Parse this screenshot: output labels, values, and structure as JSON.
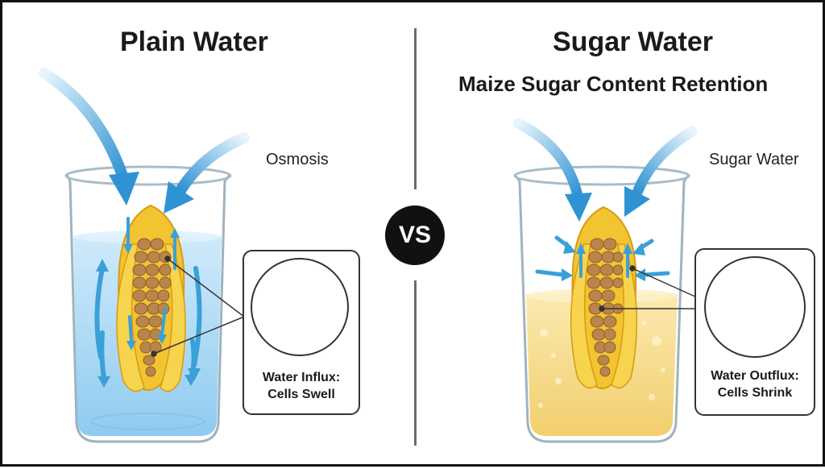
{
  "left_panel": {
    "title": "Plain Water",
    "arrow_label": "Osmosis",
    "callout": {
      "line1": "Water Influx:",
      "line2": "Cells Swell"
    }
  },
  "center": {
    "vs_label": "VS"
  },
  "right_panel": {
    "title": "Sugar Water",
    "subtitle": "Maize Sugar Content Retention",
    "arrow_label": "Sugar Water",
    "callout": {
      "line1": "Water Outflux:",
      "line2": "Cells Shrink"
    }
  },
  "colors": {
    "plain_water": "#bfe3f7",
    "sugar_water": "#f7dd8c",
    "arrow_blue": "#3aa0d8",
    "corn_yellow": "#f2c230",
    "kernel_brown": "#b9854a",
    "vs_badge": "#111111"
  }
}
